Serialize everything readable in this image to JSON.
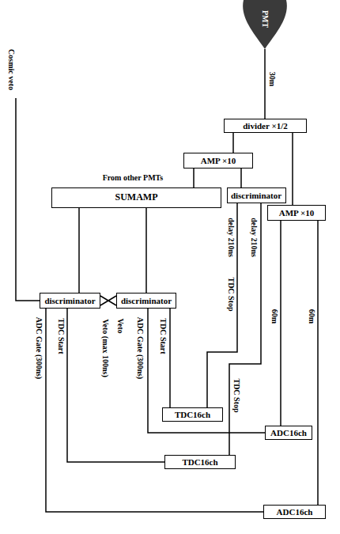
{
  "diagram": {
    "nodes": [
      {
        "text": [
          "PMT"
        ]
      },
      {
        "text": [
          "divider ×1/2"
        ]
      },
      {
        "text": [
          "AMP ×10"
        ]
      },
      {
        "text": [
          "SUMAMP"
        ]
      },
      {
        "text": [
          "discriminator"
        ]
      },
      {
        "text": [
          "AMP ×10"
        ]
      },
      {
        "text": [
          "discriminator"
        ]
      },
      {
        "text": [
          "discriminator"
        ]
      },
      {
        "text": [
          "TDC16ch"
        ]
      },
      {
        "text": [
          "ADC16ch"
        ]
      },
      {
        "text": [
          "TDC16ch"
        ]
      },
      {
        "text": [
          "ADC16ch"
        ]
      }
    ],
    "edges": [
      {
        "from": 0,
        "to": 1,
        "label": "30m",
        "arrow": "none"
      },
      {
        "from": 1,
        "to": 2,
        "arrow": "none"
      },
      {
        "from": 1,
        "to": 5,
        "arrow": "none"
      },
      {
        "from": 2,
        "to": 3,
        "arrow": "none"
      },
      {
        "from": 2,
        "to": 4,
        "arrow": "none"
      },
      {
        "from": 3,
        "to": 6,
        "arrow": "none"
      },
      {
        "from": 3,
        "to": 7,
        "arrow": "none"
      },
      {
        "from": 6,
        "to": 7,
        "label": "Veto (max 100ns)",
        "arrow": "none"
      },
      {
        "from": 7,
        "to": 6,
        "label": "Veto",
        "arrow": "none"
      },
      {
        "from": 6,
        "to": 11,
        "label": "ADC Gate (300ns)",
        "arrow": "none"
      },
      {
        "from": 6,
        "to": 10,
        "label": "TDC Start",
        "arrow": "none"
      },
      {
        "from": 7,
        "to": 9,
        "label": "ADC Gate (300ns)",
        "arrow": "none"
      },
      {
        "from": 7,
        "to": 8,
        "label": "TDC Start",
        "arrow": "none"
      },
      {
        "from": 4,
        "to": 8,
        "label": "TDC Stop",
        "arrow": "none"
      },
      {
        "from": 4,
        "to": 10,
        "label": "TDC Stop",
        "arrow": "none"
      },
      {
        "from": 5,
        "to": 9,
        "label": "60m",
        "arrow": "none"
      },
      {
        "from": 5,
        "to": 11,
        "label": "60m",
        "arrow": "none"
      }
    ],
    "labels": [
      "Cosmic veto",
      "From other PMTs",
      "delay 210ns",
      "delay 210ns"
    ]
  }
}
